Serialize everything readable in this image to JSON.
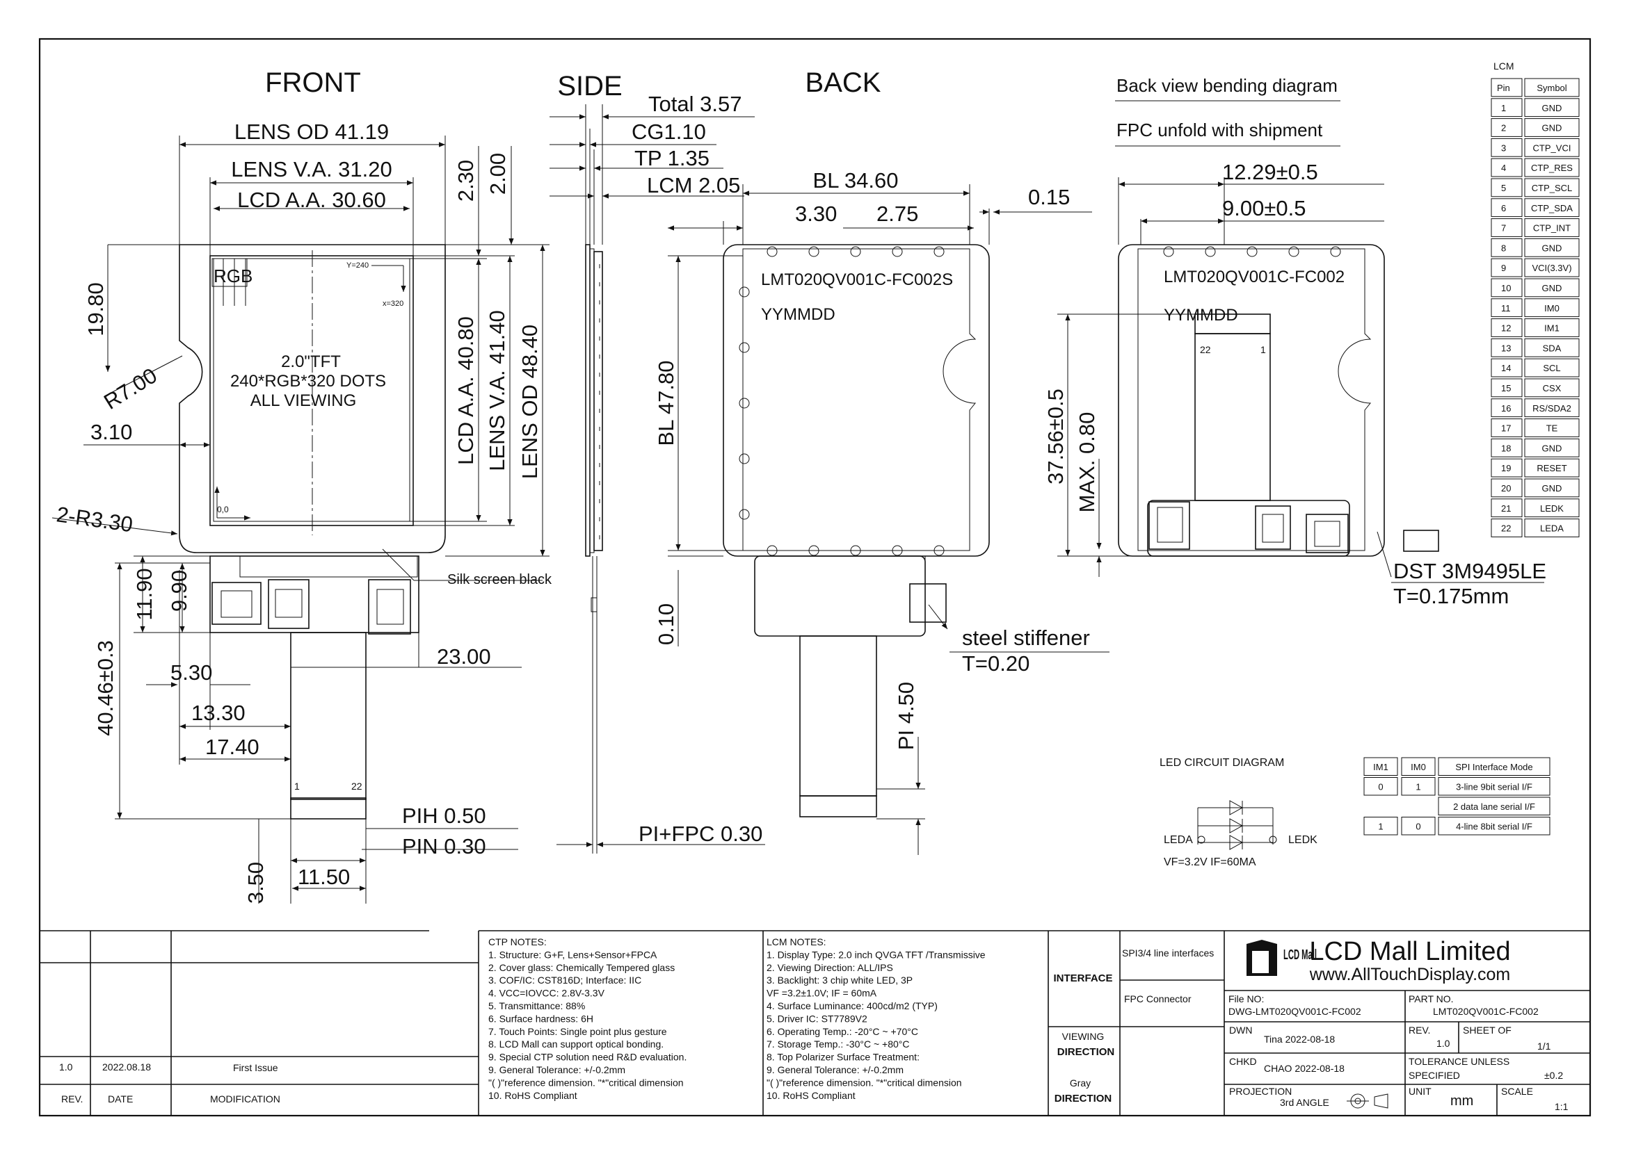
{
  "views": {
    "front": "FRONT",
    "side": "SIDE",
    "back": "BACK"
  },
  "front": {
    "lens_od_w": "LENS OD 41.19",
    "lens_va_w": "LENS V.A. 31.20",
    "lcd_aa_w": "LCD A.A. 30.60",
    "top_gap_a": "2.30",
    "top_gap_b": "2.00",
    "notch_pos": "19.80",
    "notch_radius": "R7.00",
    "left_border": "3.10",
    "corner_radius": "2-R3.30",
    "lcd_aa_h": "LCD A.A. 40.80",
    "lens_va_h": "LENS V.A. 41.40",
    "lens_od_h": "LENS OD 48.40",
    "panel_size": "2.0\"TFT",
    "panel_res": "240*RGB*320 DOTS",
    "panel_view": "ALL VIEWING",
    "rgb": "RGB",
    "origin": "0,0",
    "y_end": "Y=240",
    "x_end": "x=320",
    "silk": "Silk screen black",
    "dim_11_90": "11.90",
    "dim_9_90": "9.90",
    "dim_40_46": "40.46±0.3",
    "dim_5_30": "5.30",
    "dim_13_30": "13.30",
    "dim_17_40": "17.40",
    "dim_23_00": "23.00",
    "pin_first": "1",
    "pin_last": "22",
    "pih": "PIH 0.50",
    "pin": "PIN 0.30",
    "dim_3_50": "3.50",
    "dim_11_50": "11.50"
  },
  "side": {
    "total": "Total 3.57",
    "cg": "CG1.10",
    "tp": "TP 1.35",
    "lcm": "LCM 2.05",
    "pi_fpc": "PI+FPC 0.30"
  },
  "back": {
    "bl_w": "BL 34.60",
    "dim_3_30": "3.30",
    "dim_2_75": "2.75",
    "dim_0_15": "0.15",
    "bl_h": "BL 47.80",
    "model": "LMT020QV001C-FC002S",
    "date_code": "YYMMDD",
    "dim_0_10": "0.10",
    "stiffener": "steel stiffener",
    "stiffener_t": "T=0.20",
    "pi": "PI 4.50"
  },
  "bend": {
    "title": "Back view bending diagram",
    "subtitle": "FPC unfold with shipment",
    "w1": "12.29±0.5",
    "w2": "9.00±0.5",
    "model": "LMT020QV001C-FC002",
    "date_code": "YYMMDD",
    "pin_last": "22",
    "pin_first": "1",
    "h1": "37.56±0.5",
    "h2": "MAX. 0.80",
    "tape": "DST 3M9495LE",
    "tape_t": "T=0.175mm"
  },
  "lcm_table": {
    "caption": "LCM",
    "headers": [
      "Pin",
      "Symbol"
    ],
    "rows": [
      [
        "1",
        "GND"
      ],
      [
        "2",
        "GND"
      ],
      [
        "3",
        "CTP_VCI"
      ],
      [
        "4",
        "CTP_RES"
      ],
      [
        "5",
        "CTP_SCL"
      ],
      [
        "6",
        "CTP_SDA"
      ],
      [
        "7",
        "CTP_INT"
      ],
      [
        "8",
        "GND"
      ],
      [
        "9",
        "VCI(3.3V)"
      ],
      [
        "10",
        "GND"
      ],
      [
        "11",
        "IM0"
      ],
      [
        "12",
        "IM1"
      ],
      [
        "13",
        "SDA"
      ],
      [
        "14",
        "SCL"
      ],
      [
        "15",
        "CSX"
      ],
      [
        "16",
        "RS/SDA2"
      ],
      [
        "17",
        "TE"
      ],
      [
        "18",
        "GND"
      ],
      [
        "19",
        "RESET"
      ],
      [
        "20",
        "GND"
      ],
      [
        "21",
        "LEDK"
      ],
      [
        "22",
        "LEDA"
      ]
    ]
  },
  "led": {
    "title": "LED CIRCUIT DIAGRAM",
    "leda": "LEDA",
    "ledk": "LEDK",
    "spec": "VF=3.2V  IF=60MA"
  },
  "im_table": {
    "headers": [
      "IM1",
      "IM0",
      "SPI  Interface Mode"
    ],
    "rows": [
      [
        "0",
        "1",
        "3-line 9bit serial I/F"
      ],
      [
        "",
        "",
        "2 data lane serial I/F"
      ],
      [
        "1",
        "0",
        "4-line 8bit serial I/F"
      ]
    ]
  },
  "title_block": {
    "rev_row": {
      "rev": "1.0",
      "date": "2022.08.18",
      "mod": "First Issue"
    },
    "rev_header": {
      "rev": "REV.",
      "date": "DATE",
      "mod": "MODIFICATION"
    },
    "ctp_notes": [
      "CTP NOTES:",
      "1. Structure: G+F, Lens+Sensor+FPCA",
      "2. Cover glass: Chemically Tempered glass",
      "3. COF/IC: CST816D; Interface: IIC",
      "4. VCC=IOVCC: 2.8V-3.3V",
      "5. Transmittance: 88%",
      "6. Surface hardness: 6H",
      "7. Touch Points: Single point plus gesture",
      "8. LCD Mall can support optical bonding.",
      "9. Special CTP solution need R&D evaluation.",
      "9. General Tolerance: +/-0.2mm",
      "   \"( )\"reference dimension. \"*\"critical dimension",
      "10. RoHS Compliant"
    ],
    "lcm_notes": [
      "LCM NOTES:",
      "1. Display Type: 2.0 inch QVGA TFT /Transmissive",
      "2. Viewing Direction: ALL/IPS",
      "3. Backlight: 3 chip white LED, 3P",
      "              VF =3.2±1.0V; IF = 60mA",
      "4. Surface Luminance: 400cd/m2 (TYP)",
      "5. Driver IC:  ST7789V2",
      "6. Operating Temp.: -20°C ~ +70°C",
      "7. Storage Temp.: -30°C ~ +80°C",
      "8. Top Polarizer Surface Treatment:",
      "9. General Tolerance: +/-0.2mm",
      "   \"( )\"reference dimension. \"*\"critical dimension",
      "10. RoHS Compliant"
    ],
    "interface": "INTERFACE",
    "interface_val1": "SPI3/4 line interfaces",
    "interface_val2": "FPC Connector",
    "viewing_a": "VIEWING",
    "viewing_b": "DIRECTION",
    "gray_a": "Gray",
    "gray_b": "DIRECTION",
    "logo": "LCD Mall",
    "company": "LCD Mall Limited",
    "website": "www.AllTouchDisplay.com",
    "file_no_label": "File NO:",
    "file_no": "DWG-LMT020QV001C-FC002",
    "part_no_label": "PART NO.",
    "part_no": "LMT020QV001C-FC002",
    "dwn_label": "DWN",
    "dwn": "Tina   2022-08-18",
    "rev_label": "REV.",
    "rev": "1.0",
    "sheet_label": "SHEET OF",
    "sheet": "1/1",
    "chkd_label": "CHKD",
    "chkd": "CHAO   2022-08-18",
    "tol_label_a": "TOLERANCE UNLESS",
    "tol_label_b": "SPECIFIED",
    "tol": "±0.2",
    "proj_label": "PROJECTION",
    "proj": "3rd ANGLE",
    "unit_label": "UNIT",
    "unit": "mm",
    "scale_label": "SCALE",
    "scale": "1:1"
  }
}
